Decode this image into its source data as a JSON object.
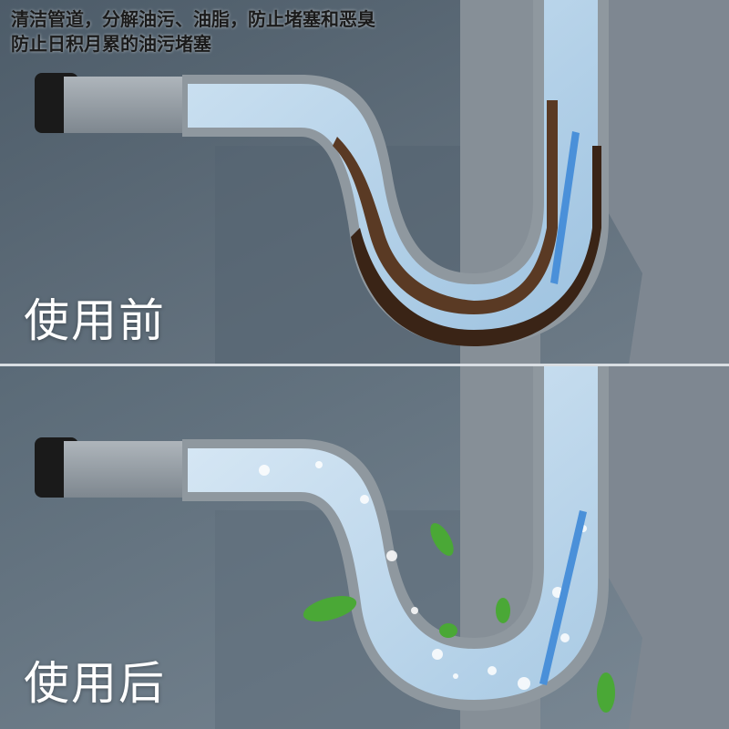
{
  "headline": {
    "line1": "清洁管道，分解油污、油脂，防止堵塞和恶臭",
    "line2": "防止日积月累的油污堵塞"
  },
  "panels": {
    "before": {
      "label": "使用前"
    },
    "after": {
      "label": "使用后"
    }
  },
  "colors": {
    "wall": "#5d6b77",
    "pipe_gray": "#9aa3ab",
    "water": "#bcd8ec",
    "grease": "#5a3a24",
    "stick": "#4a90d9",
    "leaf": "#4aa836"
  }
}
